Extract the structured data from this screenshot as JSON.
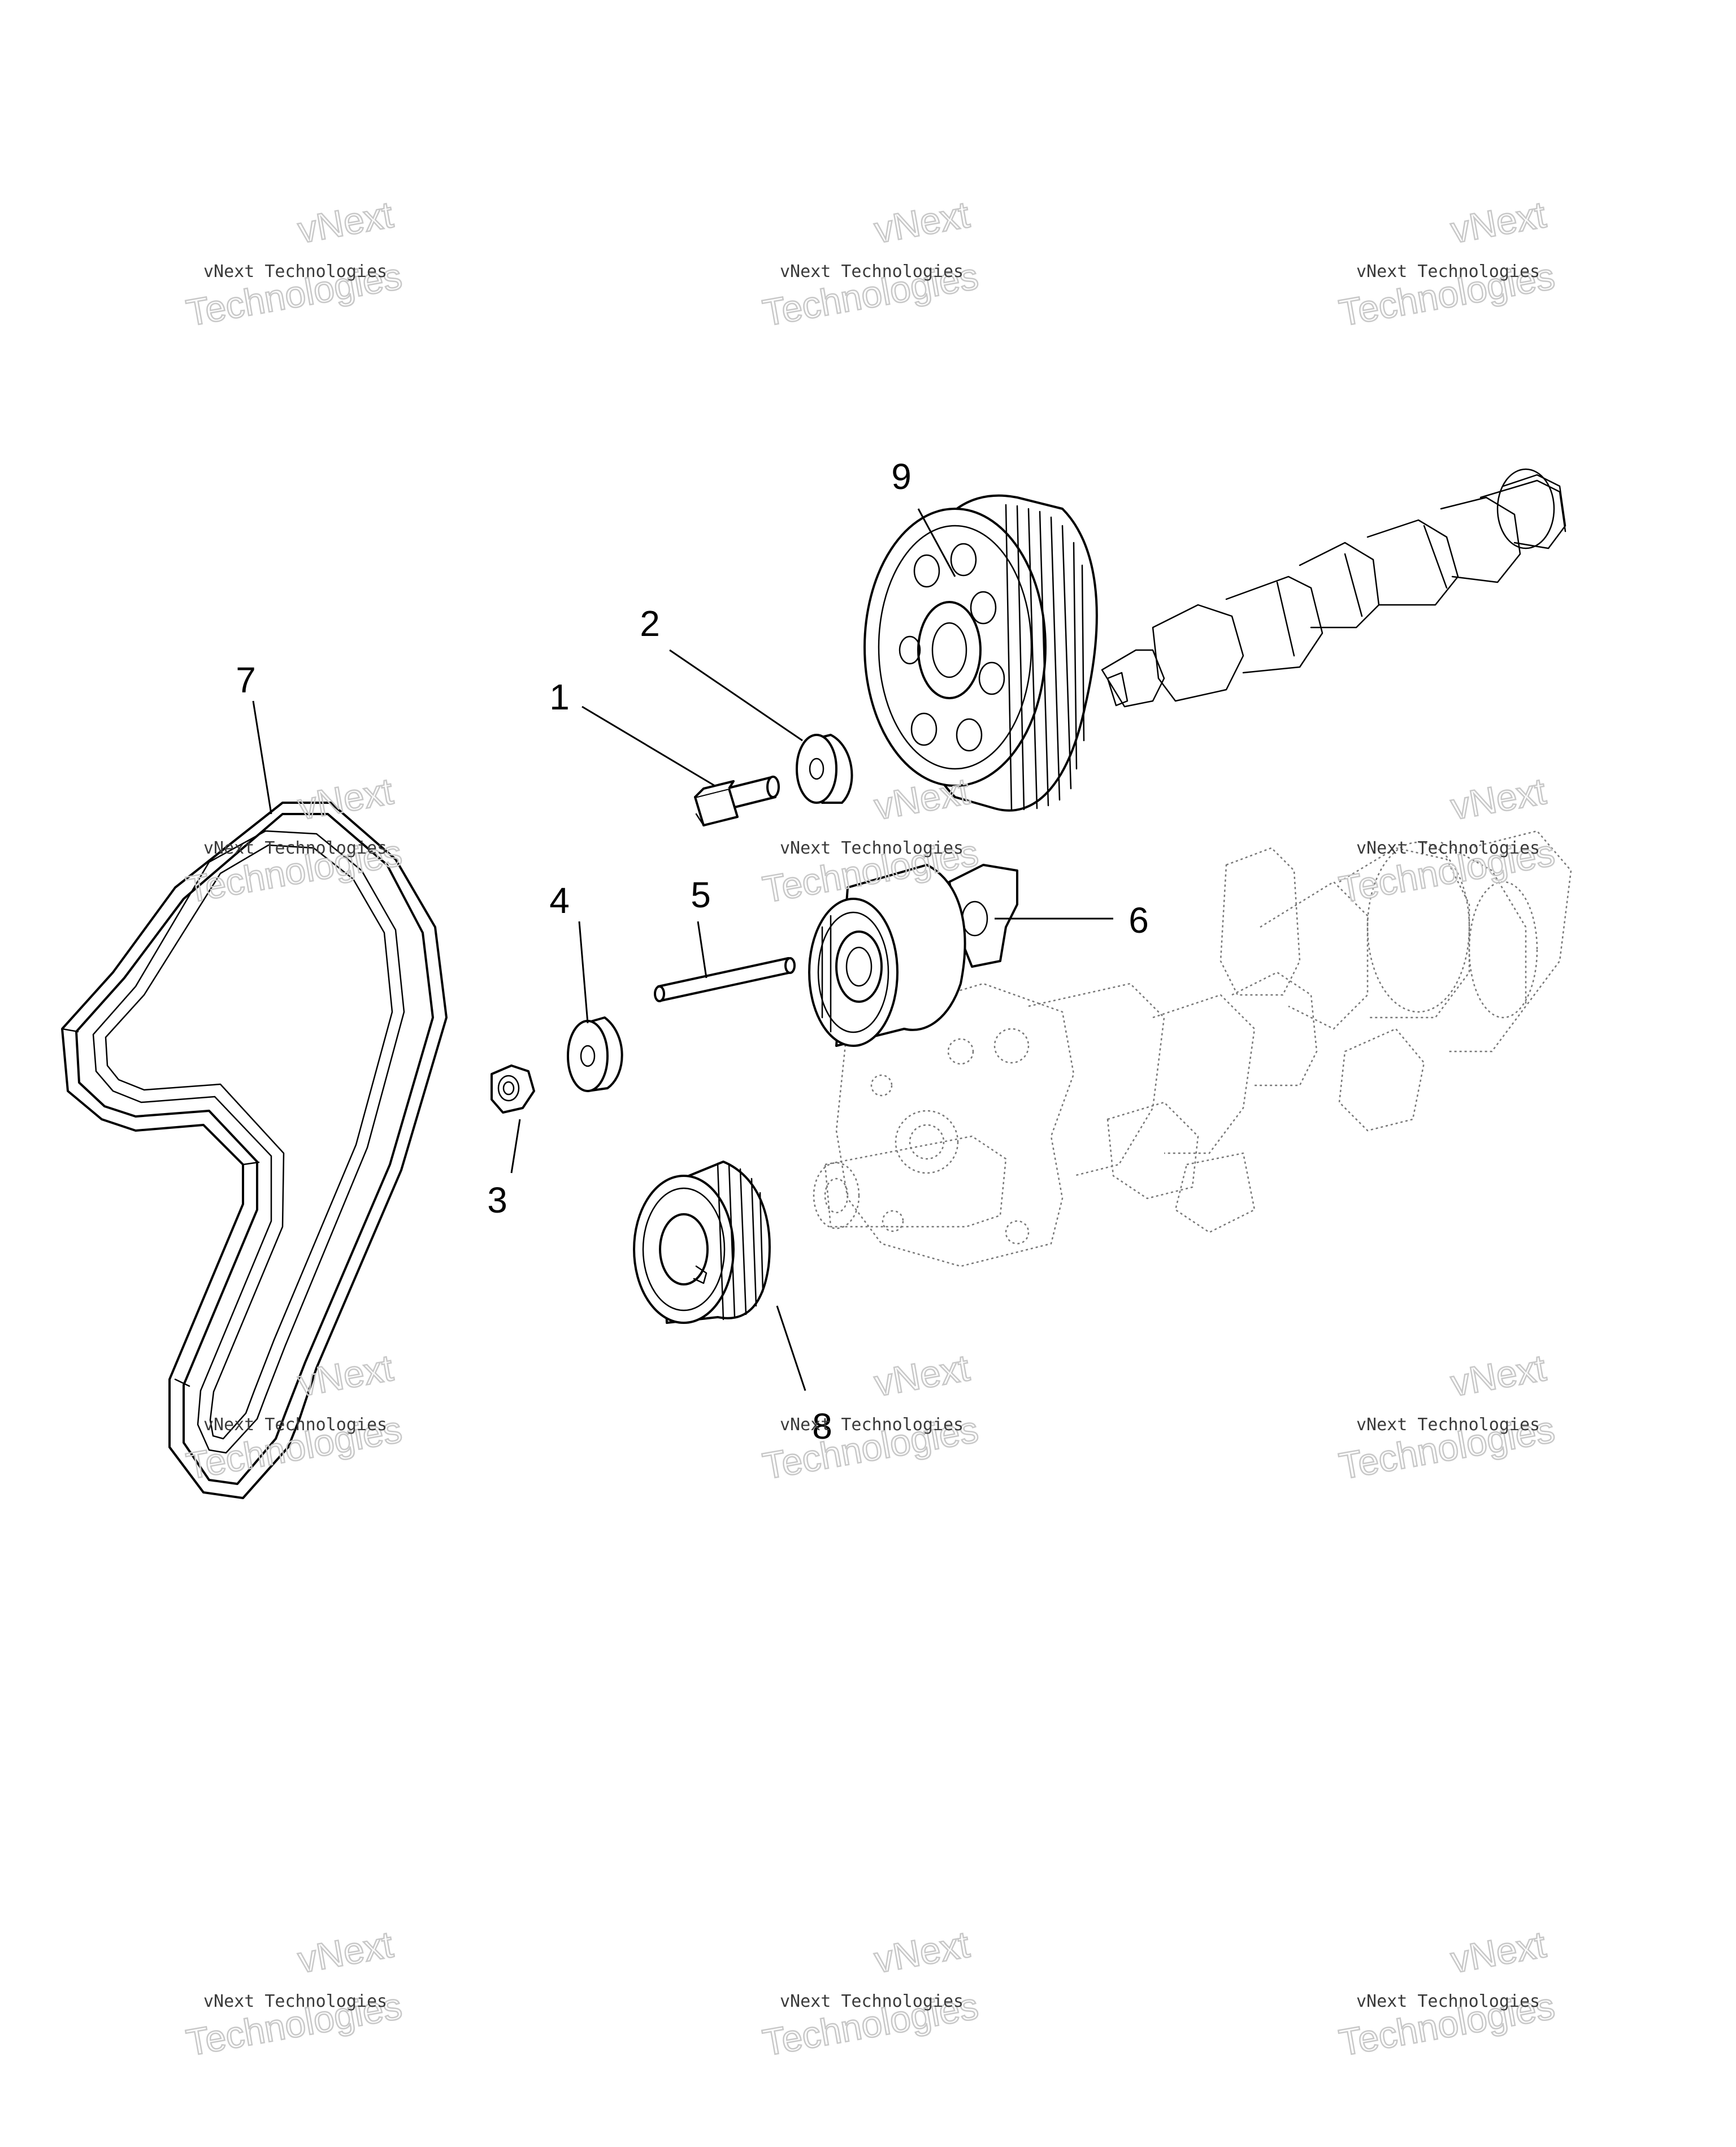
{
  "watermark": {
    "line1": "vNext",
    "line2": "Technologies",
    "small": "vNext Technologies"
  },
  "callouts": [
    {
      "id": "part-1",
      "label": "1",
      "part": "bolt"
    },
    {
      "id": "part-2",
      "label": "2",
      "part": "washer"
    },
    {
      "id": "part-3",
      "label": "3",
      "part": "nut"
    },
    {
      "id": "part-4",
      "label": "4",
      "part": "washer"
    },
    {
      "id": "part-5",
      "label": "5",
      "part": "pin"
    },
    {
      "id": "part-6",
      "label": "6",
      "part": "tensioner-pulley"
    },
    {
      "id": "part-7",
      "label": "7",
      "part": "timing-belt"
    },
    {
      "id": "part-8",
      "label": "8",
      "part": "crankshaft-sprocket"
    },
    {
      "id": "part-9",
      "label": "9",
      "part": "camshaft-pulley"
    }
  ]
}
